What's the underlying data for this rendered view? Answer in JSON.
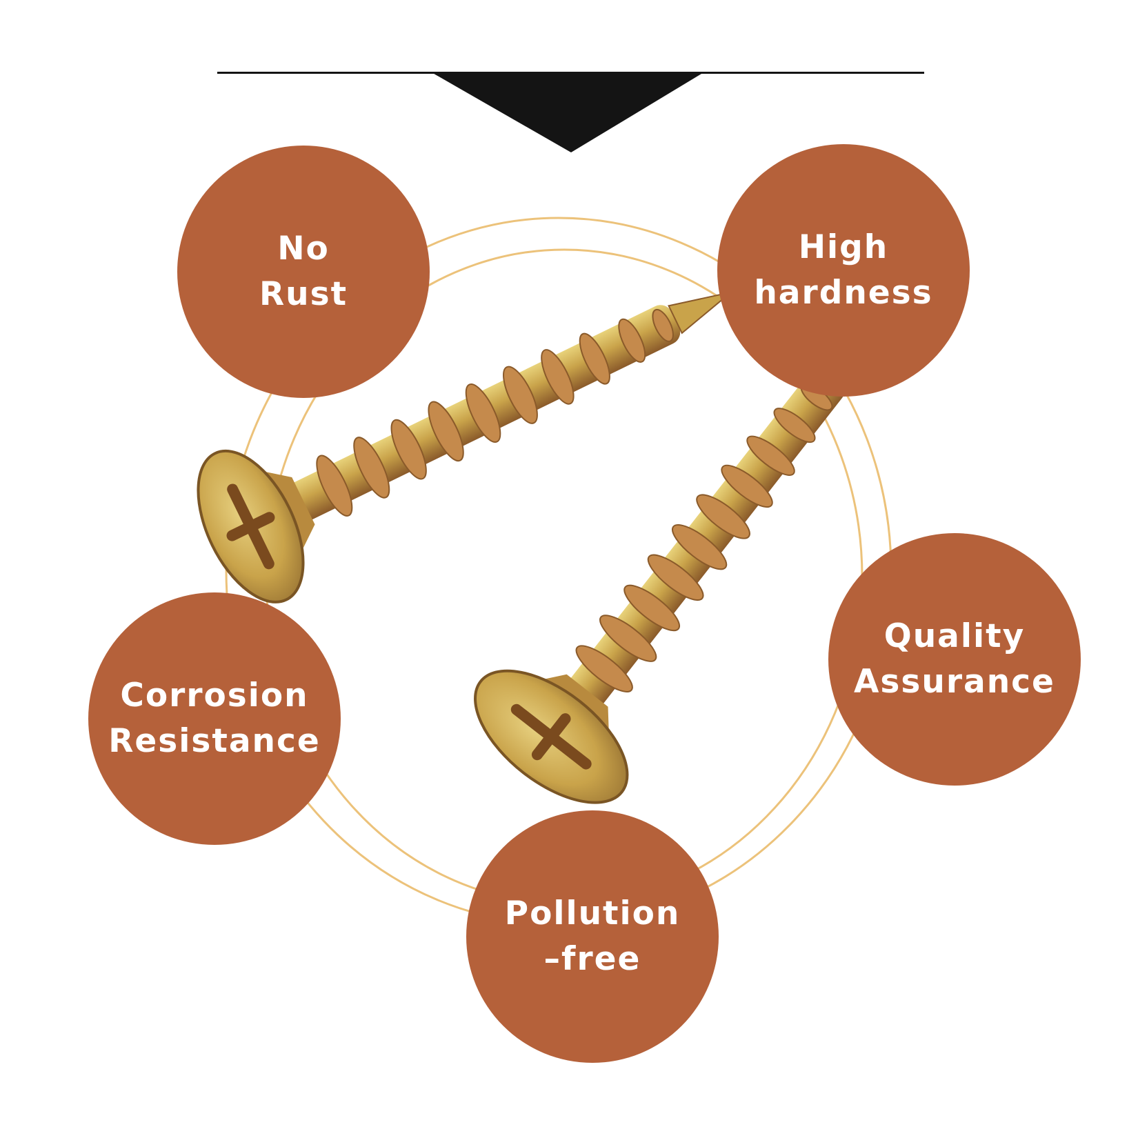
{
  "colors": {
    "badge": "#b5613a",
    "ring": "#ecc27a",
    "header": "#141414",
    "screw_base": "#c9a34a",
    "screw_highlight": "#e8d27a",
    "screw_shadow": "#8a5a2a"
  },
  "badges": [
    {
      "id": "no-rust",
      "line1": "No",
      "line2": "Rust"
    },
    {
      "id": "high-hardness",
      "line1": "High",
      "line2": "hardness"
    },
    {
      "id": "corrosion-resistance",
      "line1": "Corrosion",
      "line2": "Resistance"
    },
    {
      "id": "quality-assurance",
      "line1": "Quality",
      "line2": "Assurance"
    },
    {
      "id": "pollution-free",
      "line1": "Pollution",
      "line2": "–free"
    }
  ],
  "image": {
    "subject": "screws",
    "count": 2
  }
}
